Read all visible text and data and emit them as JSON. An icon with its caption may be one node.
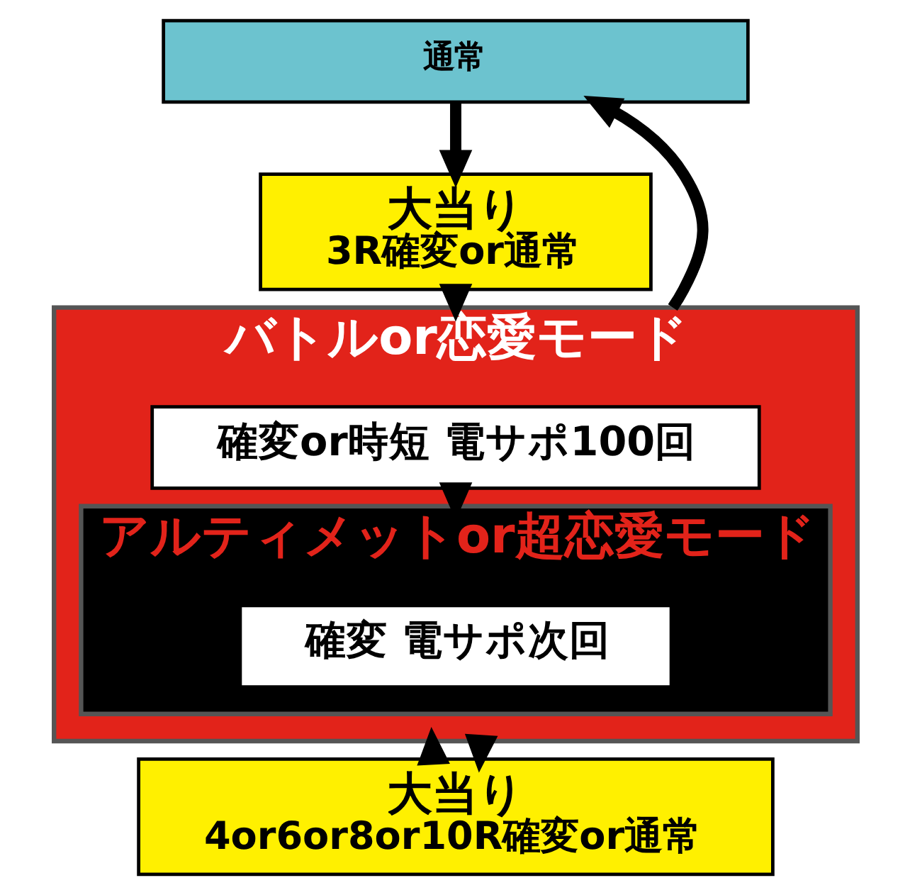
{
  "diagram": {
    "nodes": [
      {
        "text": [
          "通常"
        ]
      },
      {
        "text": [
          "大当り",
          "3R確変or通常"
        ]
      },
      {
        "text": [
          "バトルor恋愛モード"
        ]
      },
      {
        "text": [
          "確変or時短 電サポ100回"
        ],
        "in": 2
      },
      {
        "text": [
          "アルティメットor超恋愛モード"
        ],
        "in": 2
      },
      {
        "text": [
          "確変 電サポ次回"
        ],
        "in": 4
      },
      {
        "text": [
          "大当り",
          "4or6or8or10R確変or通常"
        ]
      }
    ],
    "edges": [
      {
        "from": 0,
        "to": 1,
        "arrow": "to"
      },
      {
        "from": 1,
        "to": 2,
        "arrow": "to"
      },
      {
        "from": 2,
        "to": 0,
        "arrow": "to"
      },
      {
        "from": 3,
        "to": 4,
        "arrow": "to"
      },
      {
        "from": 6,
        "to": 2,
        "arrow": "to"
      },
      {
        "from": 2,
        "to": 6,
        "arrow": "to"
      }
    ]
  }
}
